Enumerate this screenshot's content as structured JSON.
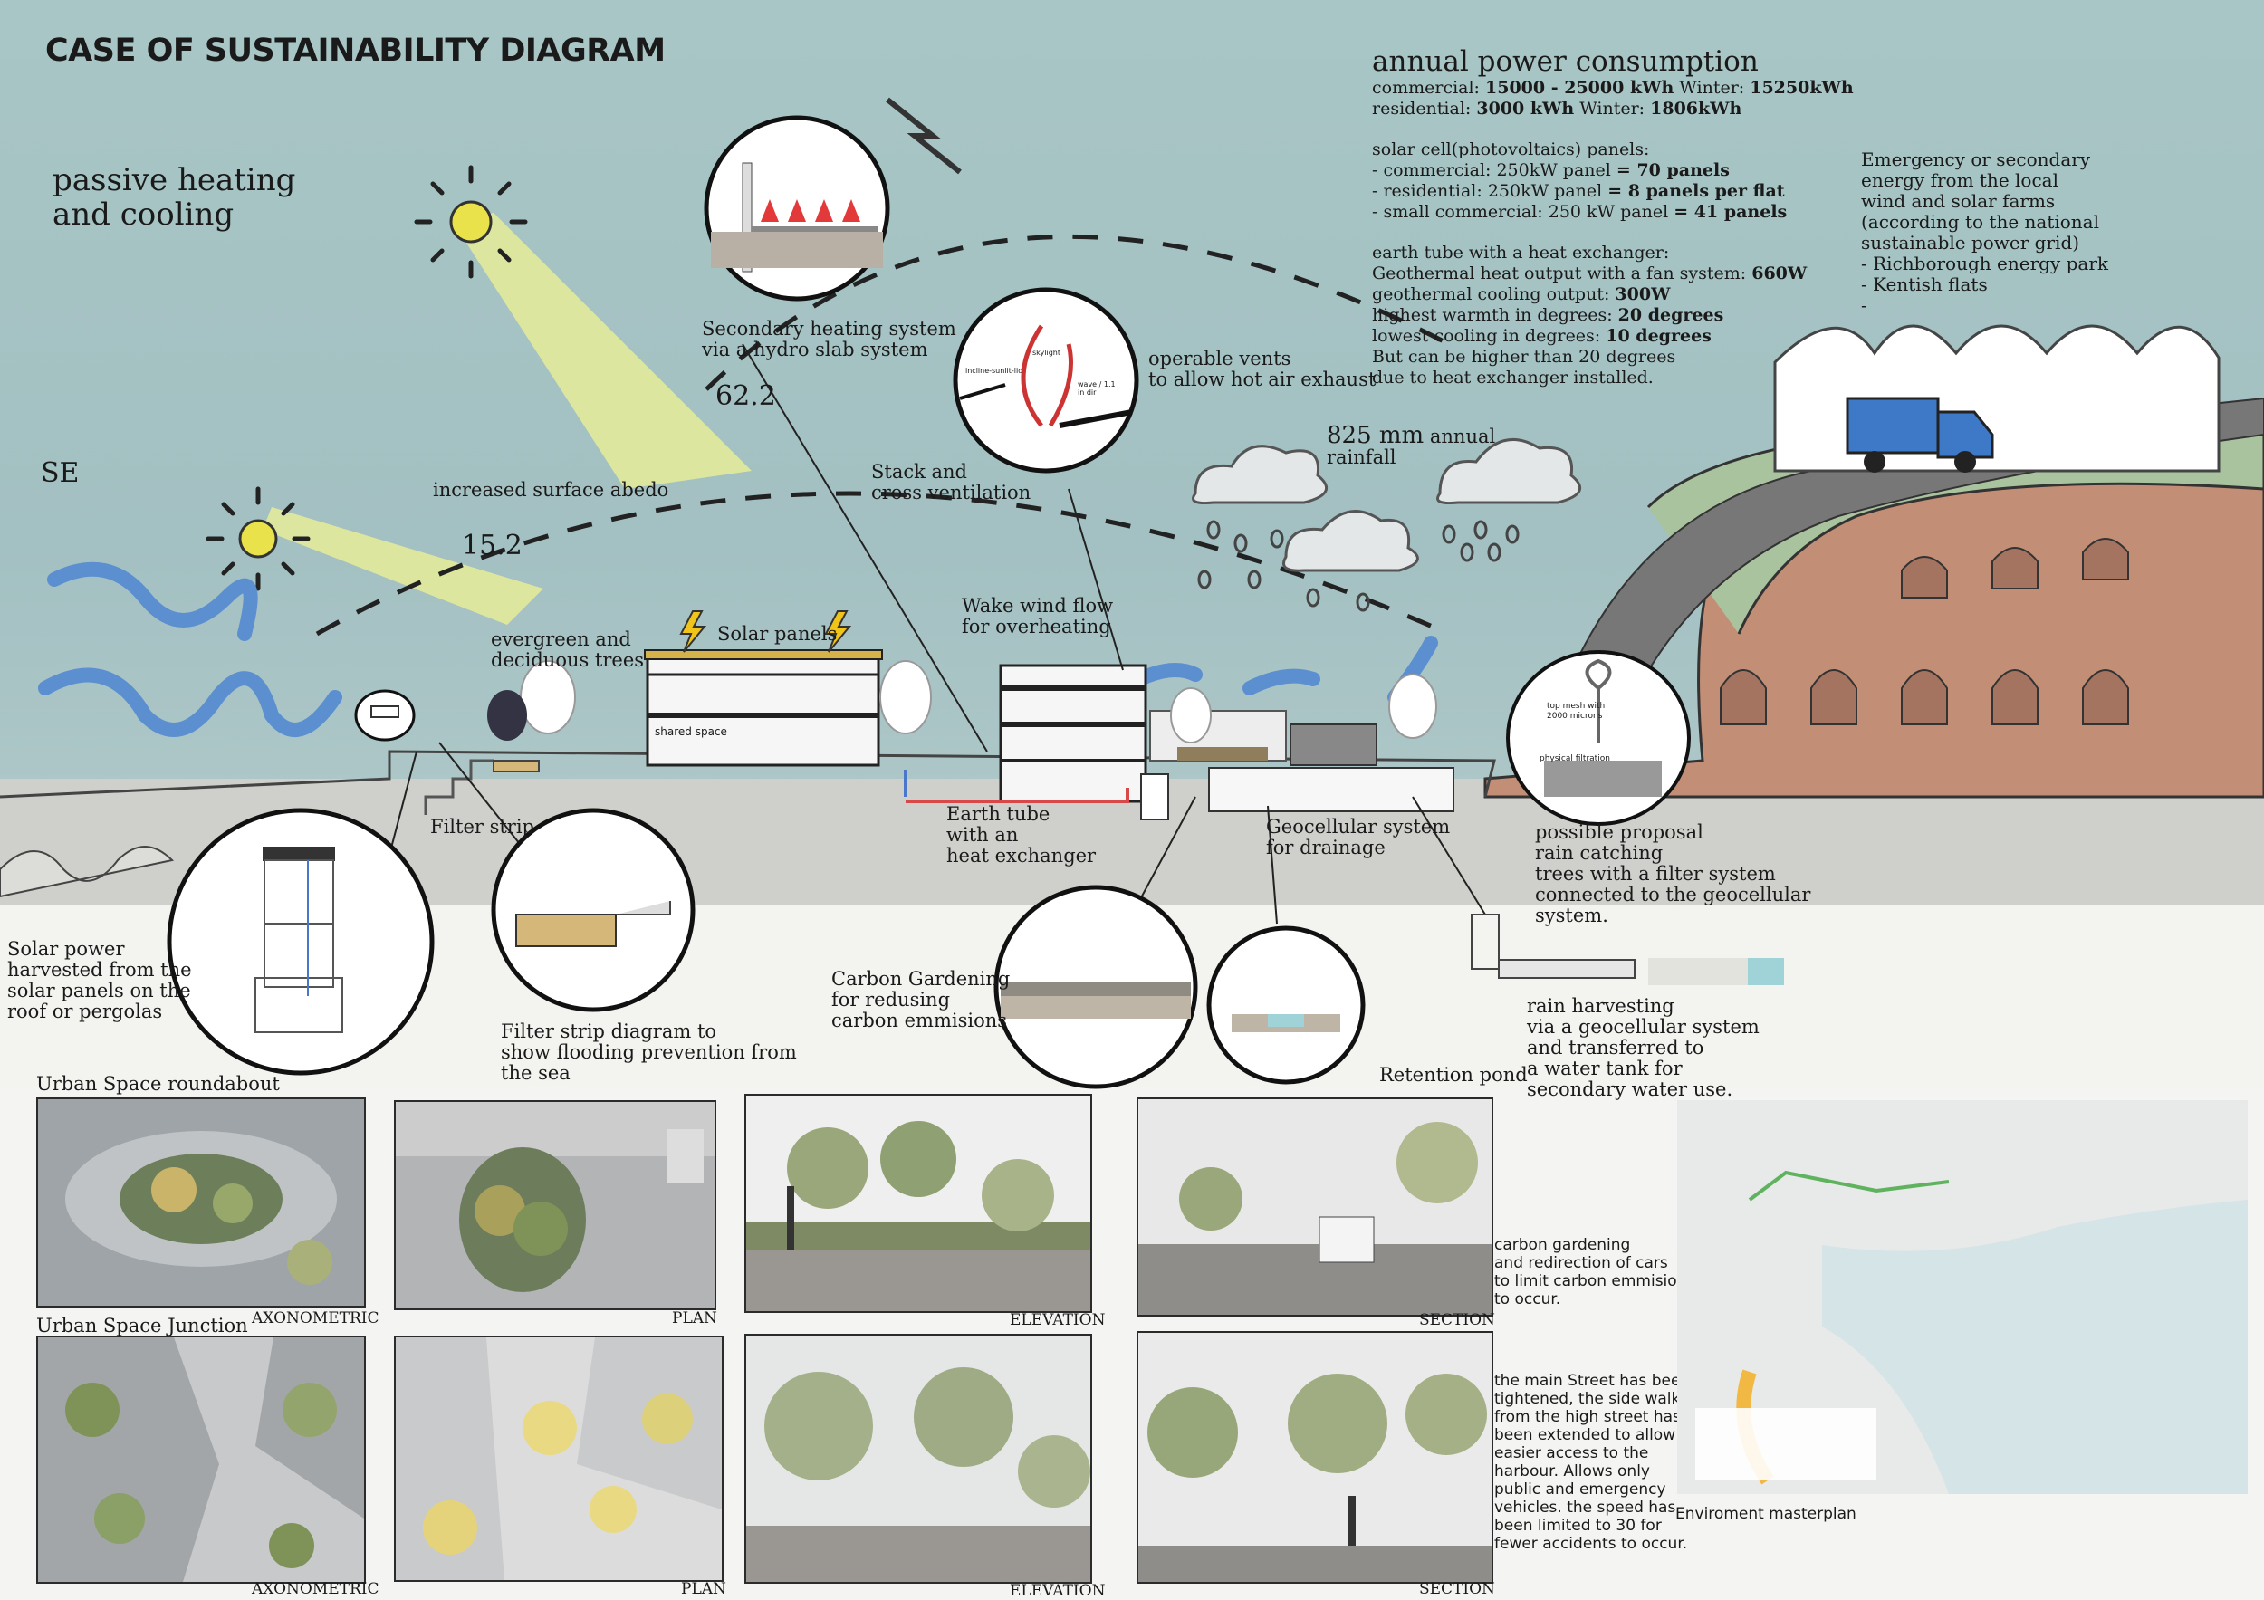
{
  "title": "CASE OF SUSTAINABILITY DIAGRAM",
  "labels": {
    "passive": "passive heating\nand cooling",
    "se": "SE",
    "angle_high": "62.2",
    "angle_low": "15.2",
    "albedo": "increased surface abedo",
    "hydro": "Secondary heating system\nvia a hydro slab system",
    "vents": "operable vents\nto allow hot air exhaust",
    "stack": "Stack and\ncross ventilation",
    "rainfall_value": "825 mm",
    "rainfall_text": " annual\nrainfall",
    "wake": "Wake wind flow\nfor overheating",
    "trees": "evergreen and\ndeciduous trees",
    "solar_panels": "Solar panels",
    "shared_space": "shared space",
    "filter_strip": "Filter strip",
    "earth_tube": "Earth tube\nwith an\nheat exchanger",
    "geocellular": "Geocellular system\nfor drainage",
    "proposal": "possible proposal\nrain catching\ntrees with a filter system\nconnected to the geocellular\nsystem.",
    "solar_power": "Solar power\nharvested from the\nsolar panels on the\n roof or pergolas",
    "filter_diagram": "Filter strip diagram to\nshow flooding prevention from\nthe sea",
    "carbon_garden": "Carbon Gardening\nfor redusing\ncarbon emmisions",
    "retention": "Retention pond",
    "rain_harvest": "rain harvesting\nvia a geocellular system\nand transferred to\na water tank for\nsecondary water use.",
    "emergency": "Emergency or secondary\nenergy from the local\nwind and solar farms\n(according to the national\nsustainable power grid)\n- Richborough energy park\n- Kentish flats\n-",
    "top_mesh": "top mesh with\n2000 microns",
    "physical_filtration": "physical filtration",
    "skylight": "skylight",
    "incline": "incline-sunlit-lid",
    "wave": "wave / 1.1\nin dir"
  },
  "power": {
    "title": "annual power consumption",
    "lines": [
      [
        {
          "t": "commercial: "
        },
        {
          "t": "15000 - 25000 kWh",
          "b": true
        },
        {
          "t": " Winter: "
        },
        {
          "t": "15250kWh",
          "b": true
        }
      ],
      [
        {
          "t": "residential: "
        },
        {
          "t": "3000 kWh",
          "b": true
        },
        {
          "t": " Winter: "
        },
        {
          "t": "1806kWh",
          "b": true
        }
      ]
    ],
    "solar": [
      [
        {
          "t": "solar cell(photovoltaics) panels:"
        }
      ],
      [
        {
          "t": "- commercial: 250kW panel "
        },
        {
          "t": "= 70 panels",
          "b": true
        }
      ],
      [
        {
          "t": "- residential: 250kW panel "
        },
        {
          "t": "= 8 panels per flat",
          "b": true
        }
      ],
      [
        {
          "t": "- small commercial: 250 kW panel "
        },
        {
          "t": "= 41 panels",
          "b": true
        }
      ]
    ],
    "earth": [
      [
        {
          "t": "earth tube with a heat exchanger:"
        }
      ],
      [
        {
          "t": "Geothermal heat output with a fan system: "
        },
        {
          "t": "660W",
          "b": true
        }
      ],
      [
        {
          "t": "geothermal cooling output: "
        },
        {
          "t": "300W",
          "b": true
        }
      ],
      [
        {
          "t": "highest warmth in degrees: "
        },
        {
          "t": "20 degrees",
          "b": true
        }
      ],
      [
        {
          "t": "lowest cooling in degrees: "
        },
        {
          "t": "10 degrees",
          "b": true
        }
      ],
      [
        {
          "t": "But can be higher than 20 degrees"
        }
      ],
      [
        {
          "t": "due to heat exchanger installed."
        }
      ]
    ]
  },
  "panels": {
    "roundabout_title": "Urban Space roundabout",
    "junction_title": "Urban Space Junction",
    "axonometric": "AXONOMETRIC",
    "plan": "PLAN",
    "elevation": "ELEVATION",
    "section": "SECTION",
    "note1": "carbon gardening\nand redirection of cars\nto limit carbon emmisions\nto occur.",
    "note2": "the main Street has been\ntightened, the side walk\nfrom the high street has\nbeen extended to allow\neasier access to the\nharbour. Allows only\npublic and emergency\nvehicles. the speed has\nbeen limited to 30  for\nfewer accidents to occur.",
    "masterplan": "Enviroment masterplan"
  },
  "colors": {
    "sky": "#a9c6c6",
    "wind_arrow": "#5b8fd0",
    "sun": "#e9e24a",
    "sun_ray": "#e6ec98",
    "cliff": "#c28f76",
    "grass": "#a9c39f",
    "ground": "#cfcfcb",
    "truck": "#3e79c8"
  }
}
